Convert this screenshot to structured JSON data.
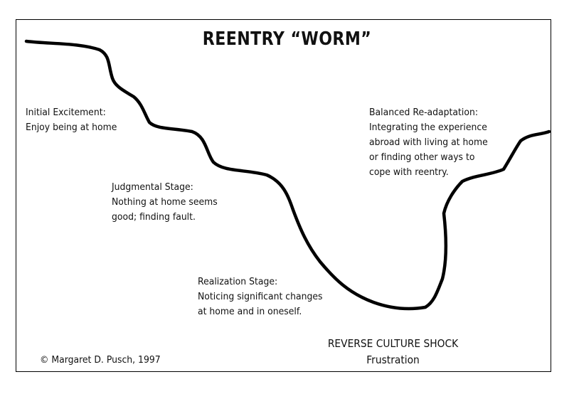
{
  "title": "REENTRY “WORM”",
  "stages": {
    "initial": [
      "Initial Excitement:",
      "Enjoy being at home"
    ],
    "judgmental": [
      "Judgmental Stage:",
      "Nothing at home seems",
      "good; finding fault."
    ],
    "realization": [
      "Realization Stage:",
      "Noticing significant changes",
      "at home and in oneself."
    ],
    "balanced": [
      "Balanced Re-adaptation:",
      "Integrating the experience",
      "abroad with living at home",
      "or finding other ways to",
      "cope with reentry."
    ]
  },
  "bottom": {
    "line1": "REVERSE CULTURE SHOCK",
    "line2": "Frustration"
  },
  "copyright": "©  Margaret D. Pusch, 1997"
}
